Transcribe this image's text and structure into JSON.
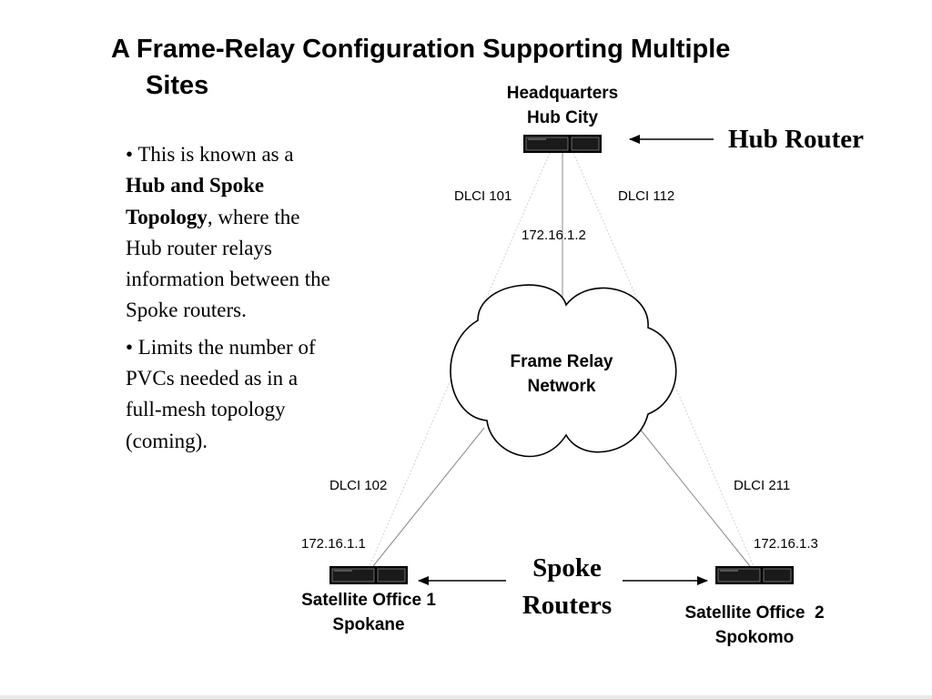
{
  "slide": {
    "title_line1": "A Frame-Relay Configuration Supporting Multiple",
    "title_line2": "Sites"
  },
  "bullets": [
    {
      "prefix": "• This is known as a ",
      "bold": "Hub and Spoke Topology",
      "suffix": ", where the Hub router relays information between the Spoke routers."
    },
    {
      "text": "• Limits the number of PVCs needed as in a full-mesh topology (coming)."
    }
  ],
  "diagram": {
    "hub": {
      "line1": "Headquarters",
      "line2": "Hub City"
    },
    "hub_callout": "Hub Router",
    "cloud": {
      "line1": "Frame Relay",
      "line2": "Network"
    },
    "dlci_hub_left": "DLCI 101",
    "dlci_hub_right": "DLCI 112",
    "ip_hub": "172.16.1.2",
    "dlci_spoke1": "DLCI 102",
    "dlci_spoke2": "DLCI 211",
    "ip_spoke1": "172.16.1.1",
    "ip_spoke2": "172.16.1.3",
    "spoke1": {
      "line1": "Satellite Office 1",
      "line2": "Spokane"
    },
    "spoke2": {
      "line1": "Satellite Office  2",
      "line2": "Spokomo"
    },
    "spoke_callout": {
      "line1": "Spoke",
      "line2": "Routers"
    }
  }
}
